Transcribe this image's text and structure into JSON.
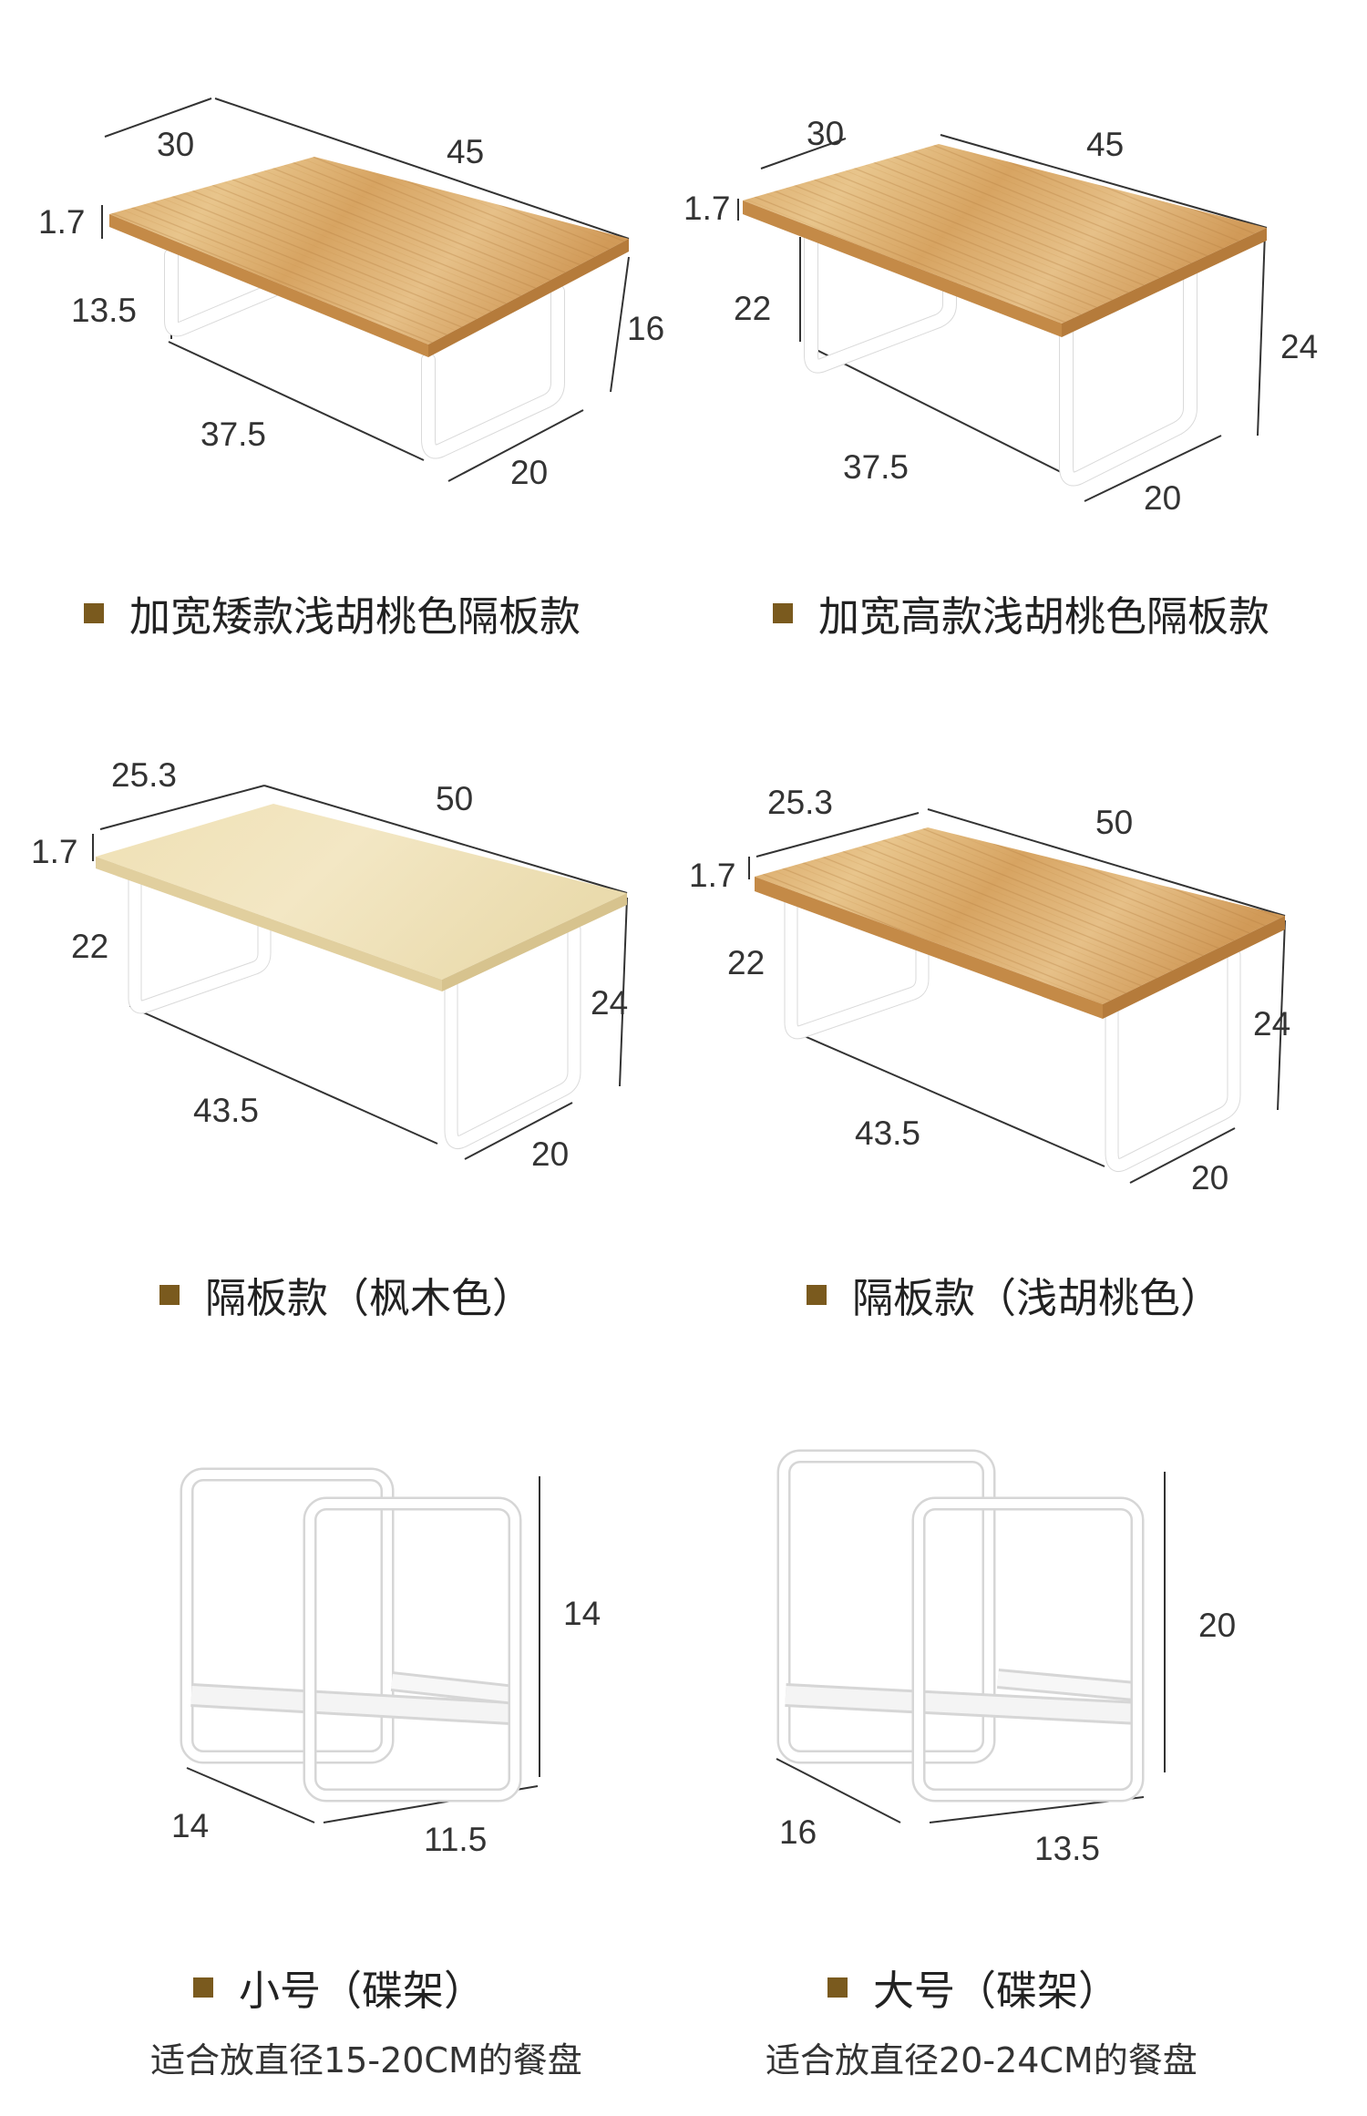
{
  "accent_color": "#7a5a1e",
  "products": [
    {
      "name": "加宽矮款浅胡桃色隔板款",
      "dimensions": {
        "width": "30",
        "length": "45",
        "thickness": "1.7",
        "leg_height": "13.5",
        "total_height": "16",
        "base_length": "37.5",
        "base_width": "20"
      }
    },
    {
      "name": "加宽高款浅胡桃色隔板款",
      "dimensions": {
        "width": "30",
        "length": "45",
        "thickness": "1.7",
        "leg_height": "22",
        "total_height": "24",
        "base_length": "37.5",
        "base_width": "20"
      }
    },
    {
      "name": "隔板款（枫木色）",
      "dimensions": {
        "width": "25.3",
        "length": "50",
        "thickness": "1.7",
        "leg_height": "22",
        "total_height": "24",
        "base_length": "43.5",
        "base_width": "20"
      }
    },
    {
      "name": "隔板款（浅胡桃色）",
      "dimensions": {
        "width": "25.3",
        "length": "50",
        "thickness": "1.7",
        "leg_height": "22",
        "total_height": "24",
        "base_length": "43.5",
        "base_width": "20"
      }
    },
    {
      "name": "小号（碟架）",
      "note": "适合放直径15-20CM的餐盘",
      "dimensions": {
        "height": "14",
        "depth": "14",
        "width": "11.5"
      }
    },
    {
      "name": "大号（碟架）",
      "note": "适合放直径20-24CM的餐盘",
      "dimensions": {
        "height": "20",
        "depth": "16",
        "width": "13.5"
      }
    }
  ]
}
